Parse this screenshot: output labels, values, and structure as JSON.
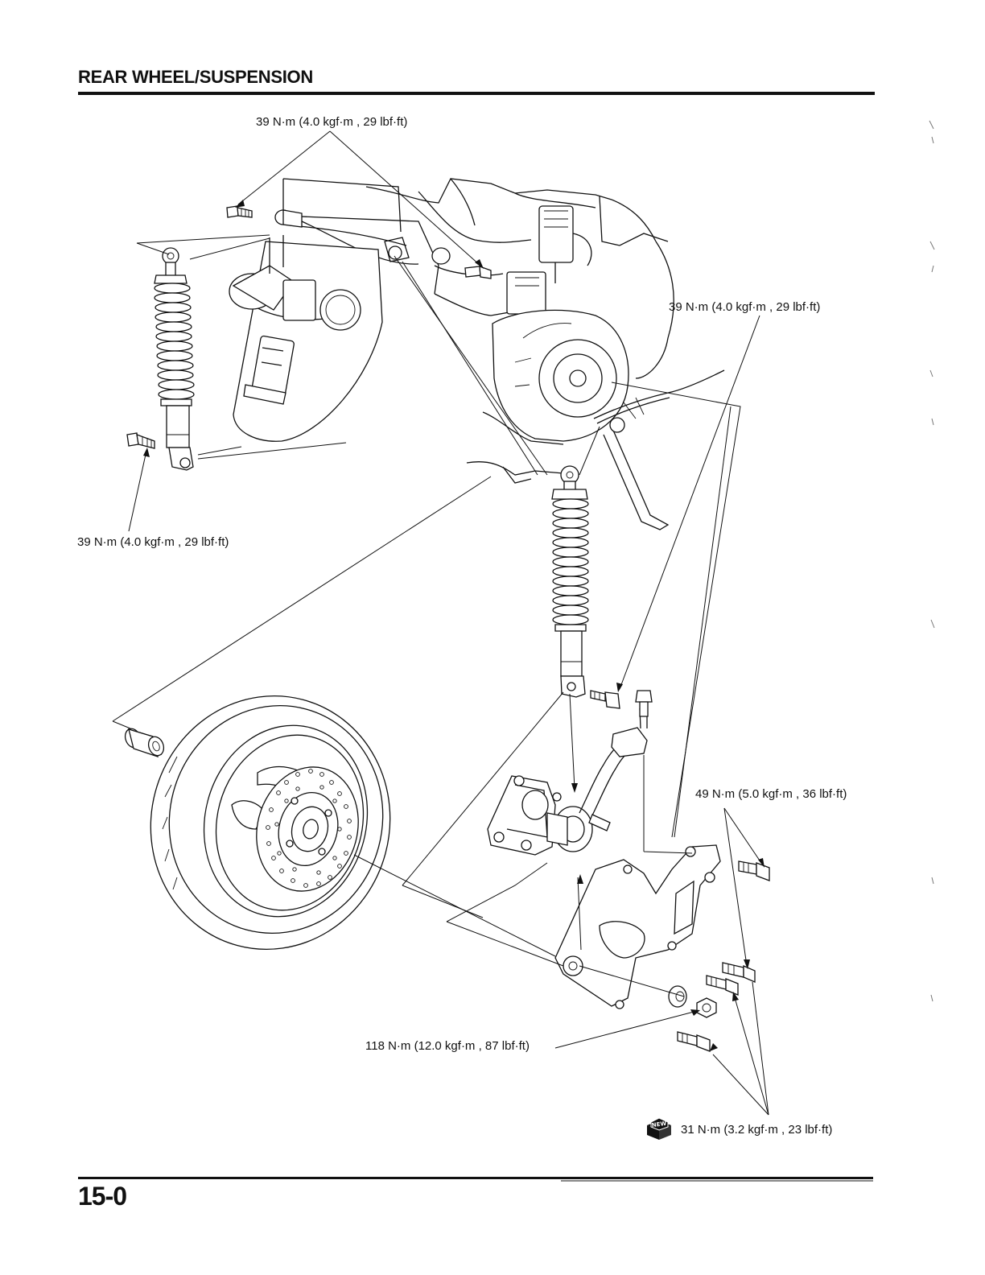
{
  "header": {
    "title": "REAR WHEEL/SUSPENSION"
  },
  "footer": {
    "page_number": "15-0"
  },
  "torque_specs": {
    "upper_shock_mount": "39 N·m (4.0 kgf·m , 29 lbf·ft)",
    "right_lower_shock_bolt": "39 N·m (4.0 kgf·m , 29 lbf·ft)",
    "left_lower_shock_bolt": "39 N·m (4.0 kgf·m , 29 lbf·ft)",
    "swingarm_bolts": "49 N·m (5.0 kgf·m , 36 lbf·ft)",
    "axle_nut": "118 N·m (12.0 kgf·m , 87 lbf·ft)",
    "caliper_bolts": "31 N·m (3.2 kgf·m , 23 lbf·ft)"
  },
  "icons": {
    "new_part": "new-part-icon"
  }
}
